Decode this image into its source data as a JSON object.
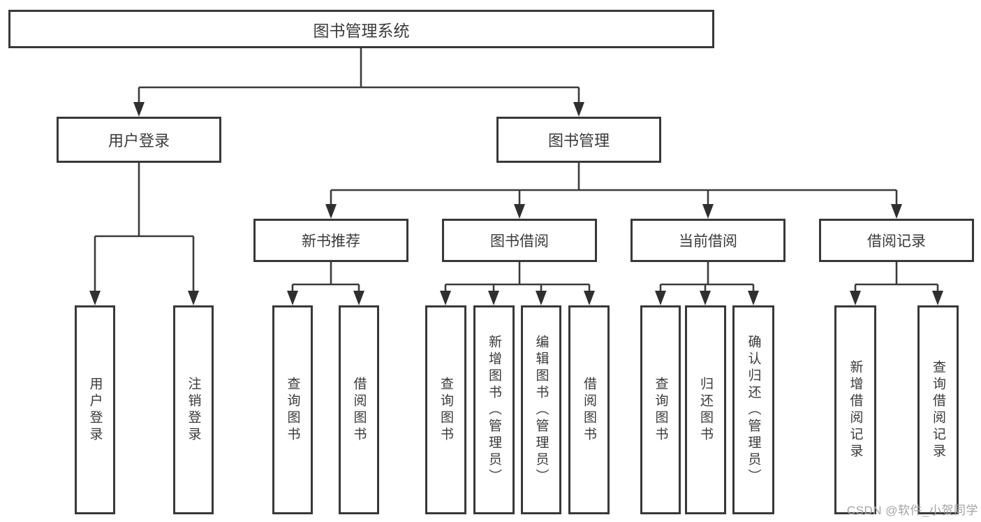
{
  "diagram": {
    "root": {
      "label": "图书管理系统"
    },
    "branches": [
      {
        "label": "用户登录",
        "children": [
          {
            "label": "用户登录"
          },
          {
            "label": "注销登录"
          }
        ]
      },
      {
        "label": "图书管理",
        "children": [
          {
            "label": "新书推荐",
            "children": [
              {
                "label": "查询图书"
              },
              {
                "label": "借阅图书"
              }
            ]
          },
          {
            "label": "图书借阅",
            "children": [
              {
                "label": "查询图书"
              },
              {
                "label": "新增图书（管理员）"
              },
              {
                "label": "编辑图书（管理员）"
              },
              {
                "label": "借阅图书"
              }
            ]
          },
          {
            "label": "当前借阅",
            "children": [
              {
                "label": "查询图书"
              },
              {
                "label": "归还图书"
              },
              {
                "label": "确认归还（管理员）"
              }
            ]
          },
          {
            "label": "借阅记录",
            "children": [
              {
                "label": "新增借阅记录"
              },
              {
                "label": "查询借阅记录"
              }
            ]
          }
        ]
      }
    ]
  },
  "watermark": "CSDN @软件_小贺同学",
  "colors": {
    "line": "#3b3b3b",
    "box_border": "#383838",
    "text": "#3a3a3a",
    "watermark": "#a3a3a3",
    "background": "#ffffff"
  }
}
